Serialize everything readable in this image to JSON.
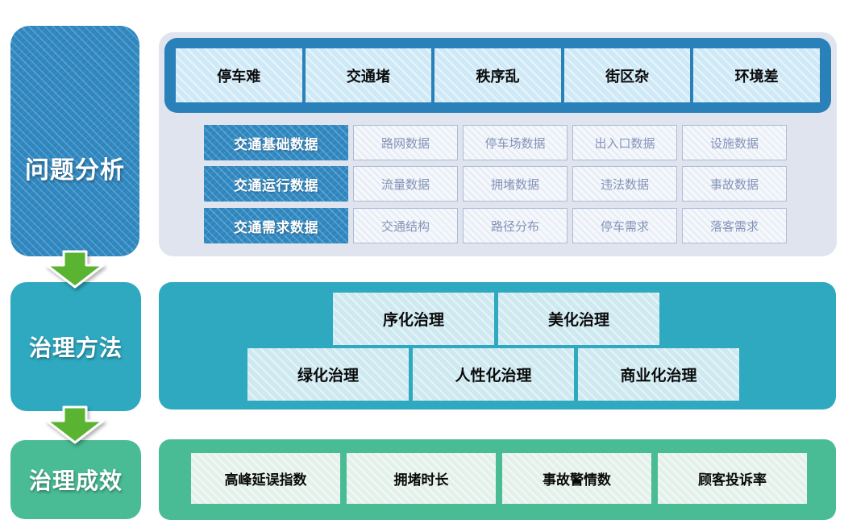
{
  "stages": [
    {
      "label": "问题分析"
    },
    {
      "label": "治理方法"
    },
    {
      "label": "治理成效"
    }
  ],
  "problem_panel": {
    "issues": [
      "停车难",
      "交通堵",
      "秩序乱",
      "街区杂",
      "环境差"
    ],
    "rows": [
      {
        "header": "交通基础数据",
        "cells": [
          "路网数据",
          "停车场数据",
          "出入口数据",
          "设施数据"
        ]
      },
      {
        "header": "交通运行数据",
        "cells": [
          "流量数据",
          "拥堵数据",
          "违法数据",
          "事故数据"
        ]
      },
      {
        "header": "交通需求数据",
        "cells": [
          "交通结构",
          "路径分布",
          "停车需求",
          "落客需求"
        ]
      }
    ]
  },
  "method_panel": {
    "top_row": [
      "序化治理",
      "美化治理"
    ],
    "bottom_row": [
      "绿化治理",
      "人性化治理",
      "商业化治理"
    ]
  },
  "effect_panel": {
    "metrics": [
      "高峰延误指数",
      "拥堵时长",
      "事故警情数",
      "顾客投诉率"
    ]
  },
  "icons": {
    "flow_arrow": "down-arrow-icon"
  },
  "colors": {
    "stage_blue": "#2e86bf",
    "stage_teal": "#2fa9c0",
    "stage_green": "#49bc95",
    "panel_lavender": "#dfe4ef",
    "bar_blue": "#2a80b8",
    "issue_light_blue": "#cfe9f6",
    "method_light_cyan": "#cfe9f1",
    "metric_light_mint": "#e3f1ea",
    "cell_text_blue": "#8593b8",
    "arrow_green": "#5ab331"
  }
}
